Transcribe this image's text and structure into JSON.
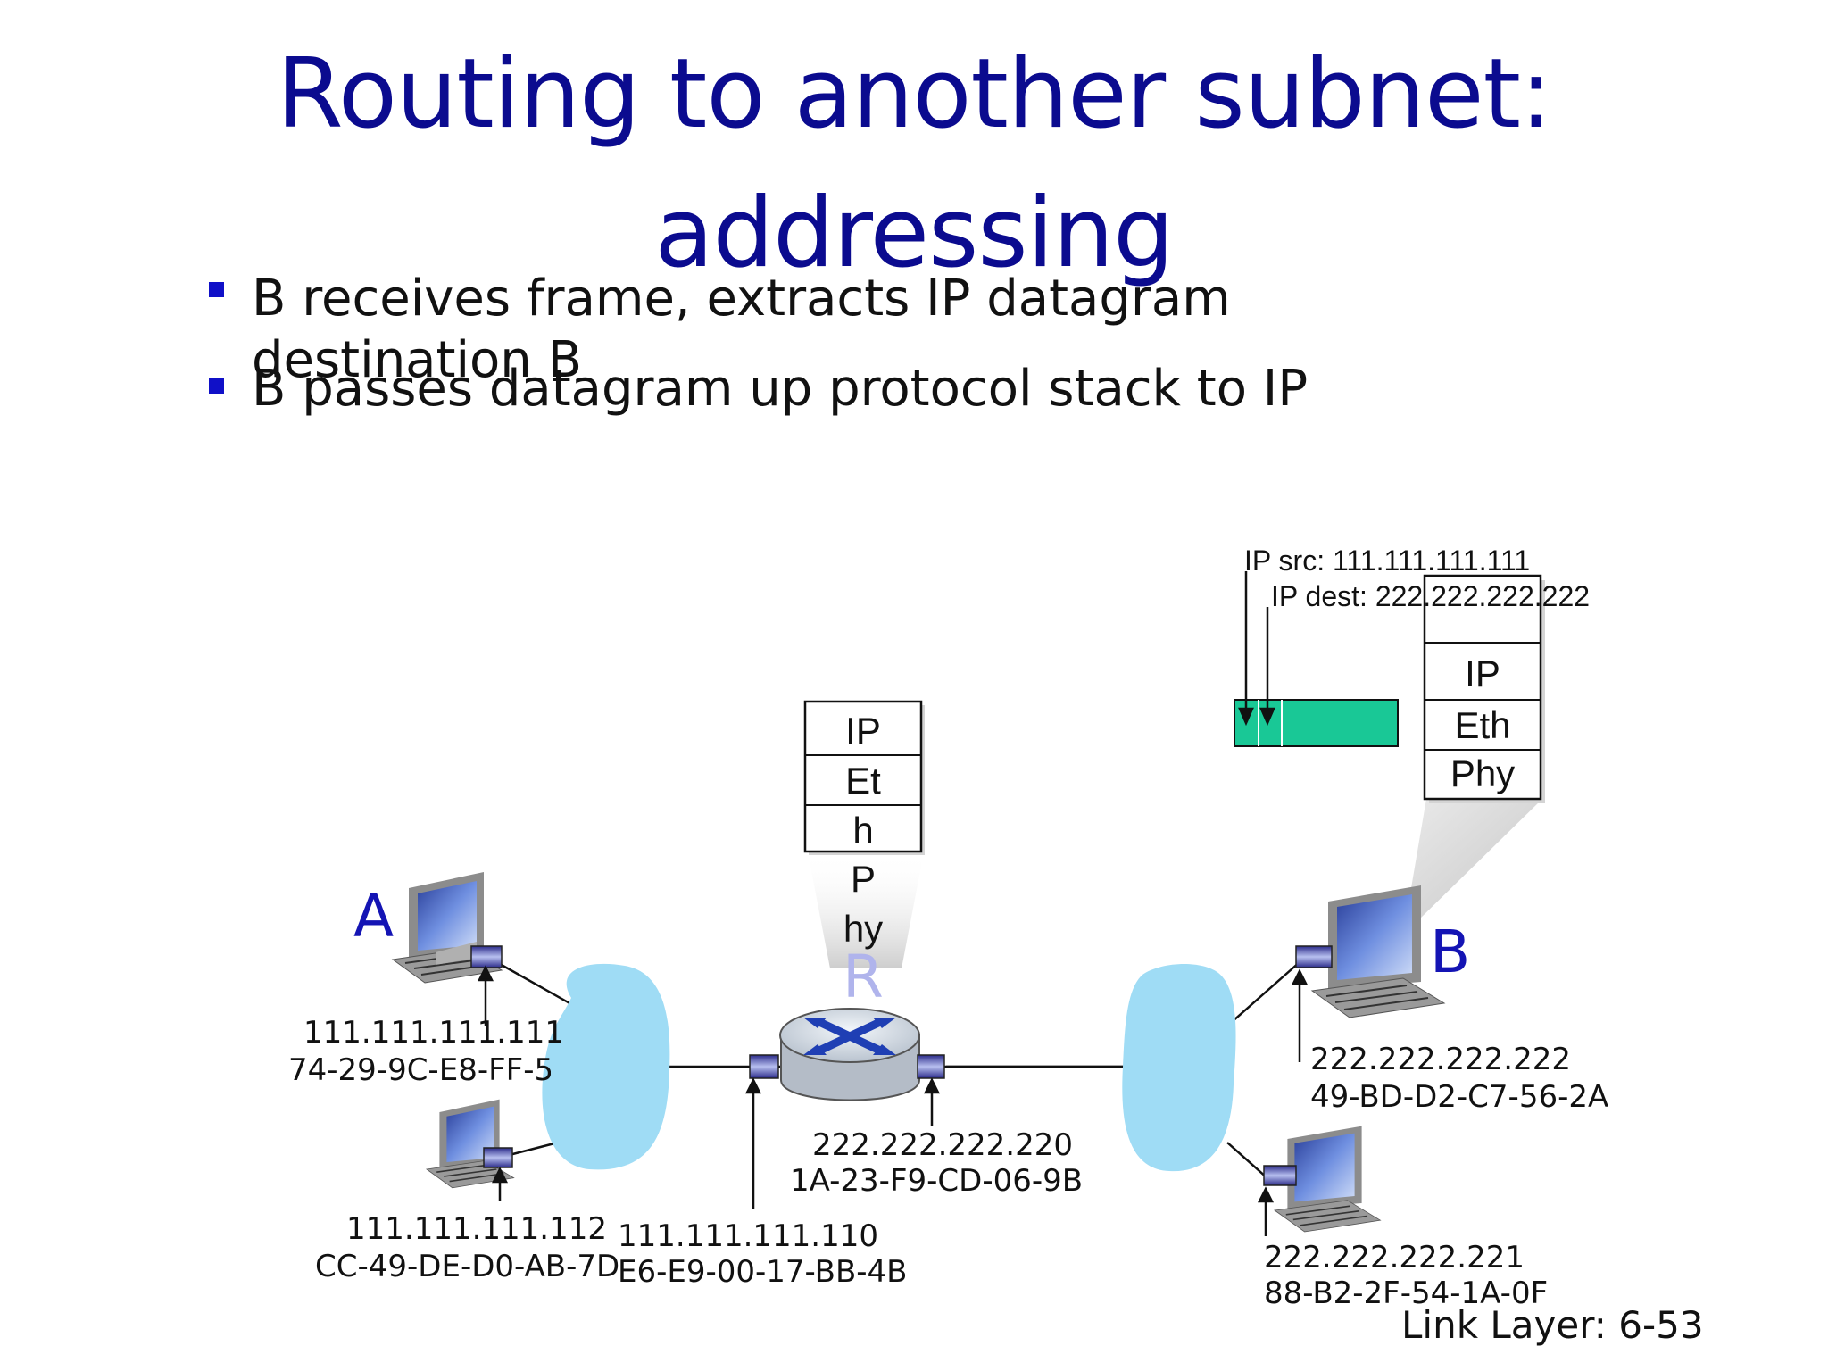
{
  "slide": {
    "title_line1": "Routing to another subnet:",
    "title_line2": "addressing",
    "bullets": [
      "B receives frame, extracts IP datagram destination B",
      "B passes datagram up protocol stack to IP"
    ],
    "footer": "Link Layer: 6-53"
  },
  "diagram": {
    "host_a": {
      "label": "A",
      "ip": "111.111.111.111",
      "mac": "74-29-9C-E8-FF-55"
    },
    "host_a2": {
      "ip": "111.111.111.112",
      "mac": "CC-49-DE-D0-AB-7D"
    },
    "router": {
      "label": "R",
      "left_if": {
        "ip": "111.111.111.110",
        "mac": "E6-E9-00-17-BB-4B"
      },
      "right_if": {
        "ip": "222.222.222.220",
        "mac": "1A-23-F9-CD-06-9B"
      },
      "stack": [
        "IP",
        "Et",
        "h",
        "P",
        "hy"
      ]
    },
    "host_b": {
      "label": "B",
      "ip": "222.222.222.222",
      "mac": "49-BD-D2-C7-56-2A",
      "stack": [
        "IP",
        "Eth",
        "Phy"
      ]
    },
    "host_b2": {
      "ip": "222.222.222.221",
      "mac": "88-B2-2F-54-1A-0F"
    },
    "datagram": {
      "src": "IP src: 111.111.111.111",
      "dest": "IP dest: 222.222.222.222",
      "color": "#19c896"
    },
    "colors": {
      "subnet_cloud": "#9fdcf5",
      "accent": "#1414b4",
      "interface": "#3a3aa8"
    }
  }
}
